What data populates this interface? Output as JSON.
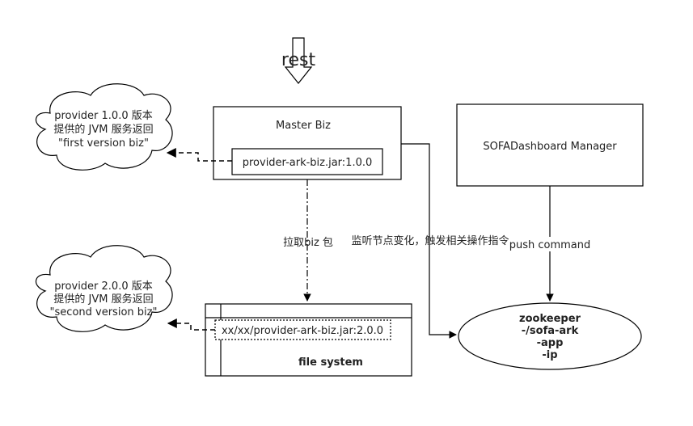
{
  "rest_label": "rest",
  "master_biz": {
    "title": "Master Biz",
    "jar": "provider-ark-biz.jar:1.0.0"
  },
  "dashboard": {
    "title": "SOFADashboard Manager"
  },
  "cloud_v1": {
    "line1": "provider 1.0.0 版本",
    "line2": "提供的 JVM 服务返回",
    "line3": "\"first version biz\""
  },
  "cloud_v2": {
    "line1": "provider 2.0.0 版本",
    "line2": "提供的 JVM 服务返回",
    "line3": "\"second version biz\""
  },
  "file_system": {
    "title": "file system",
    "jar": "xx/xx/provider-ark-biz.jar:2.0.0"
  },
  "zookeeper": {
    "line1": "zookeeper",
    "line2": "-/sofa-ark",
    "line3": "-app",
    "line4": "-ip"
  },
  "edges": {
    "pull_biz": "拉取biz 包",
    "listen": "监听节点变化，触发相关操作指令",
    "push_command": "push command"
  }
}
